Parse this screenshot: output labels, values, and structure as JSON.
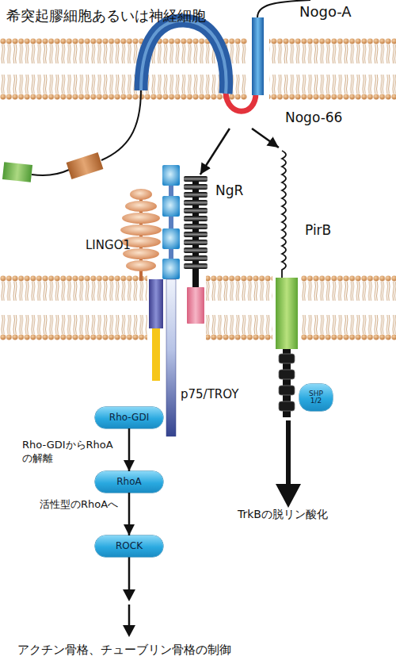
{
  "diagram": {
    "nodes": [
      {
        "text": [
          "Nogo-66"
        ]
      },
      {
        "text": [
          "NgR"
        ]
      },
      {
        "text": [
          "PirB"
        ]
      },
      {
        "text": [
          "SHP 1/2"
        ],
        "in": 2
      },
      {
        "text": [
          "Rho-GDI"
        ]
      },
      {
        "text": [
          "RhoA"
        ]
      },
      {
        "text": [
          "ROCK"
        ]
      }
    ],
    "edges": [
      {
        "from": 0,
        "to": 1,
        "arrow": "to"
      },
      {
        "from": 0,
        "to": 2,
        "arrow": "to"
      },
      {
        "from": 4,
        "to": 5,
        "label": "Rho-GDIからRhoA の解離",
        "arrow": "to"
      },
      {
        "from": 5,
        "to": 6,
        "label": "活性型のRhoAへ",
        "arrow": "to"
      }
    ],
    "labels": [
      "希突起膠細胞あるいは神経細胞",
      "Nogo-A",
      "LINGO1",
      "p75/TROY",
      "TrkBの脱リン酸化",
      "アクチン骨格、チューブリン骨格の制御"
    ]
  }
}
